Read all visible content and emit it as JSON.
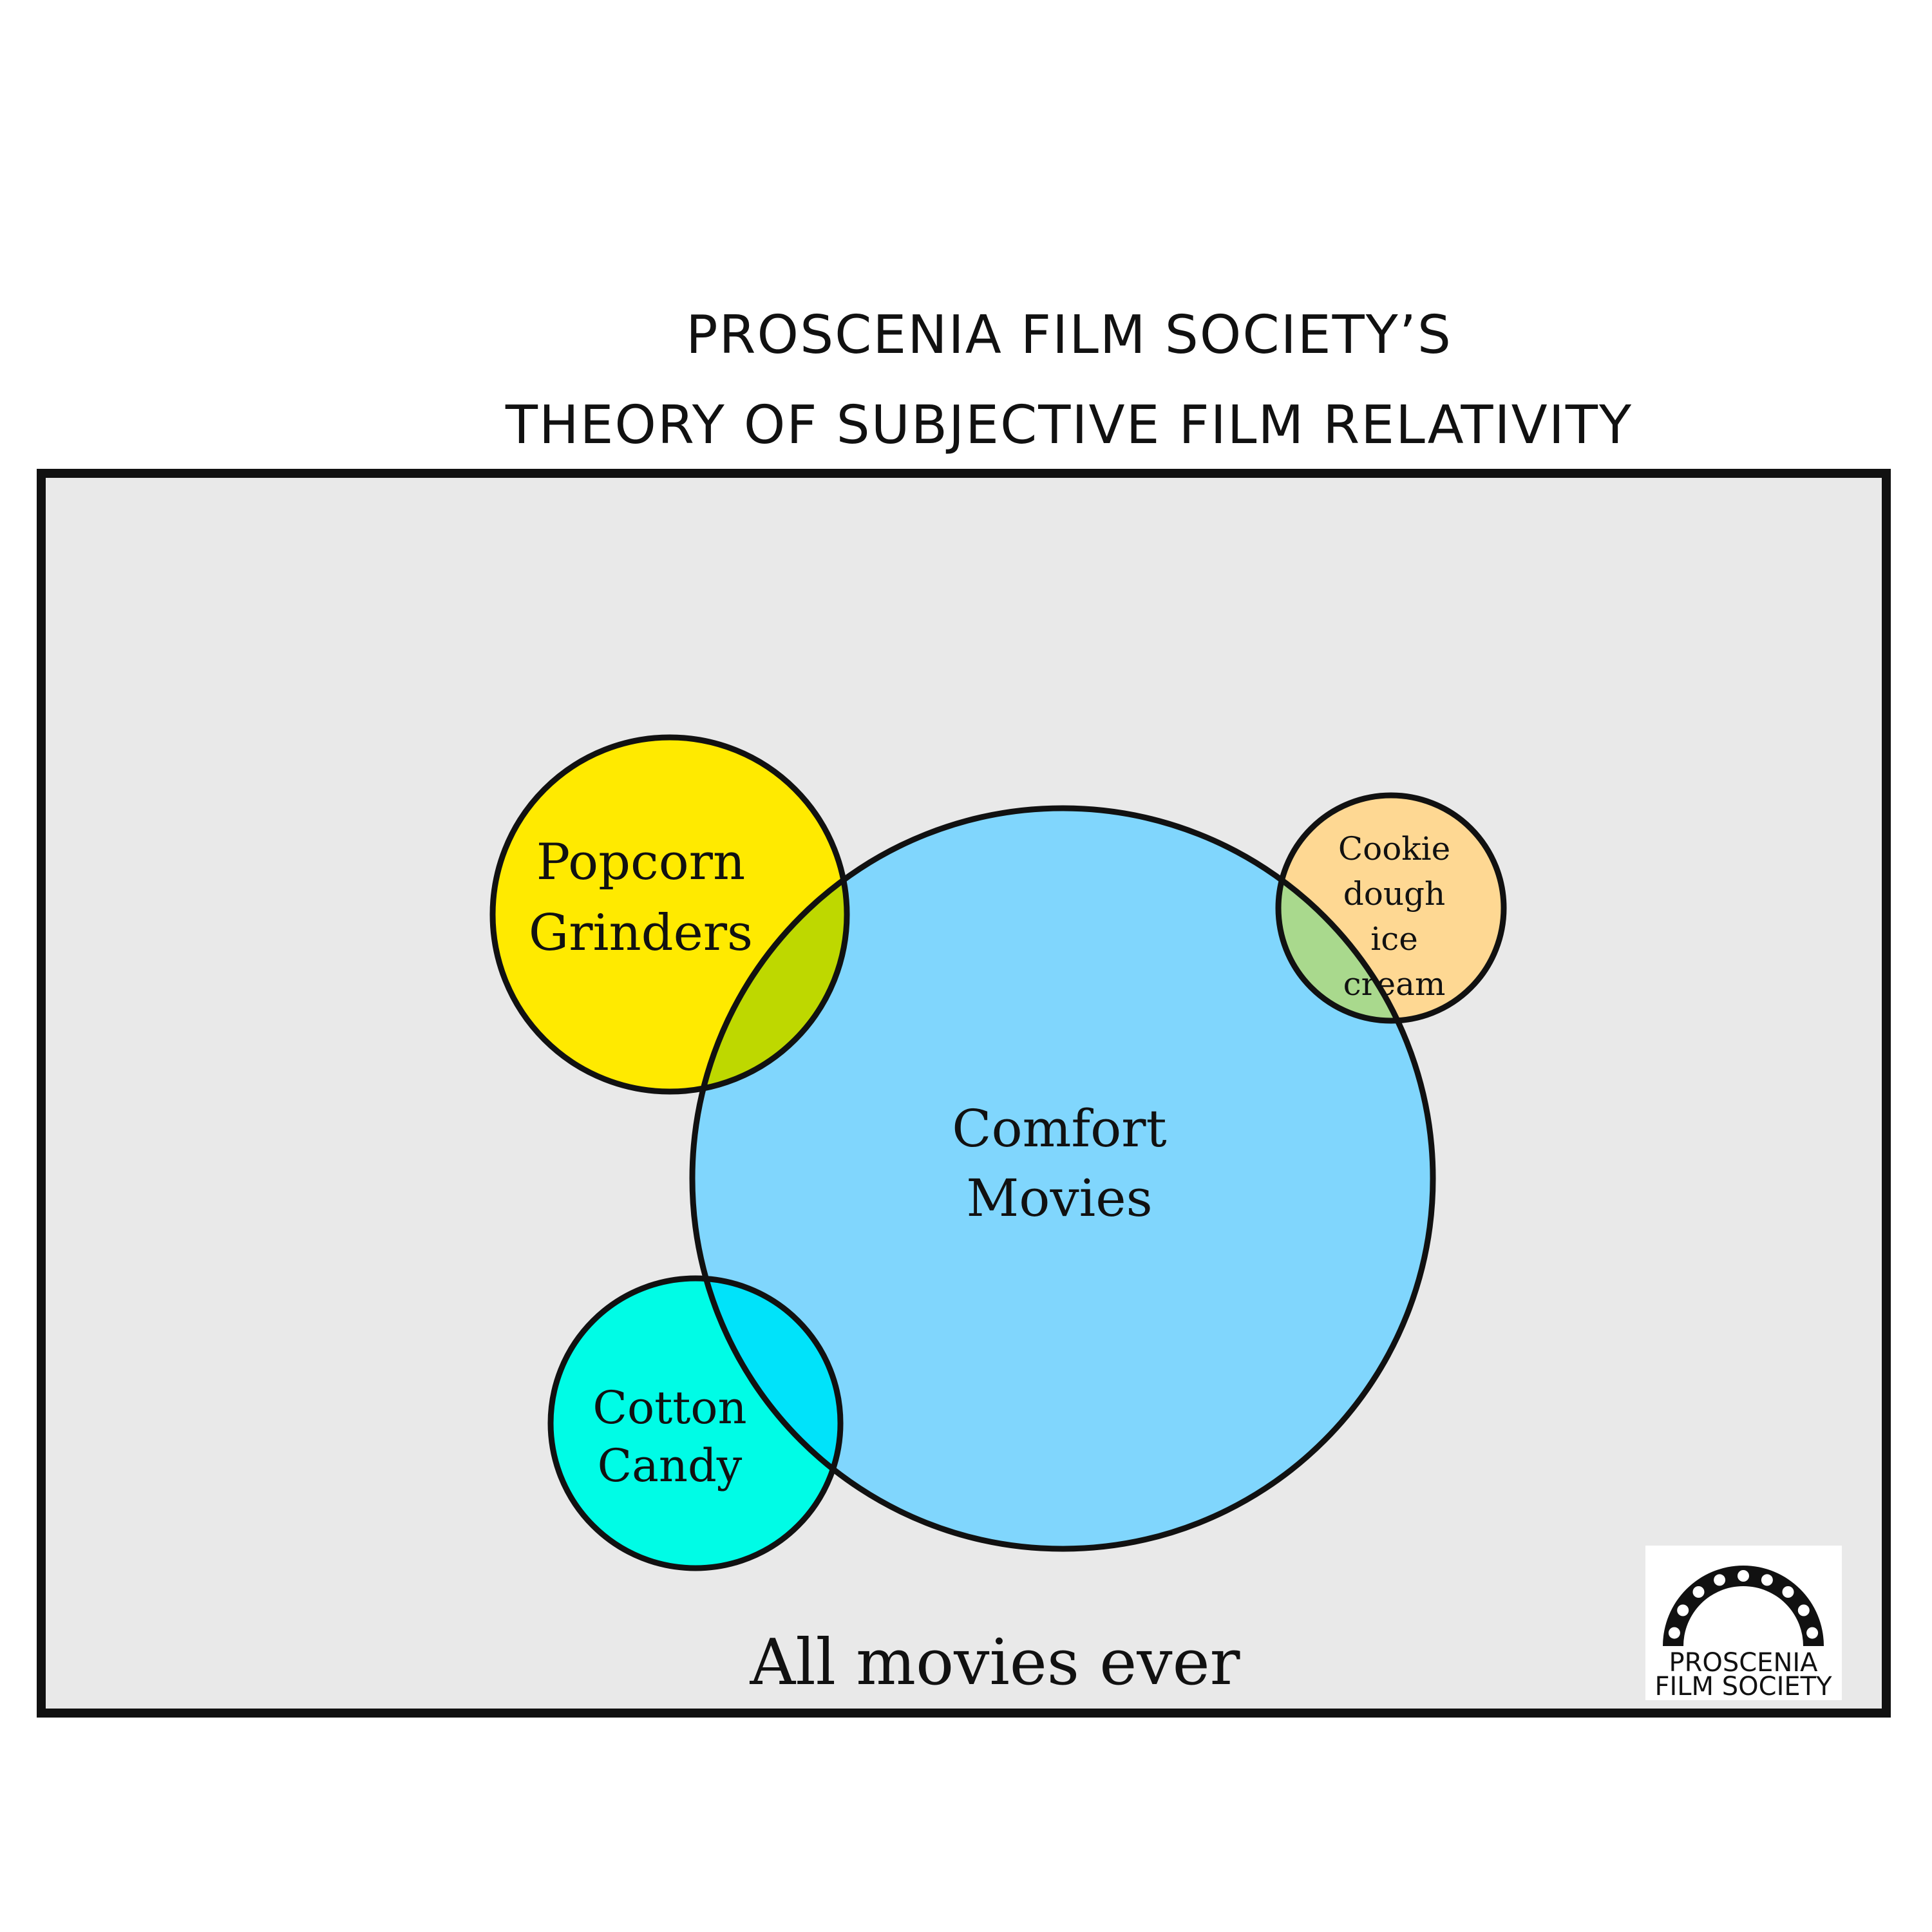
{
  "title": {
    "line1": "PROSCENIA FILM SOCIETY’S",
    "line2": "THEORY OF SUBJECTIVE FILM RELATIVITY"
  },
  "universe": {
    "label": "All movies ever",
    "fill": "#e9e9e9",
    "stroke": "#111111"
  },
  "sets": [
    {
      "id": "comfort",
      "lines": [
        "Comfort",
        "Movies"
      ],
      "fill": "#80d6fd"
    },
    {
      "id": "popcorn",
      "lines": [
        "Popcorn",
        "Grinders"
      ],
      "fill": "#ffea00"
    },
    {
      "id": "cookie",
      "lines": [
        "Cookie",
        "dough",
        "ice",
        "cream"
      ],
      "fill": "#fed893"
    },
    {
      "id": "cotton",
      "lines": [
        "Cotton",
        "Candy"
      ],
      "fill": "#00fce6"
    }
  ],
  "overlaps": {
    "popcorn_comfort": "#bed800",
    "cookie_comfort": "#a9d98d",
    "cotton_comfort": "#00e3fa"
  },
  "logo": {
    "line1": "PROSCENIA",
    "line2": "FILM SOCIETY"
  }
}
